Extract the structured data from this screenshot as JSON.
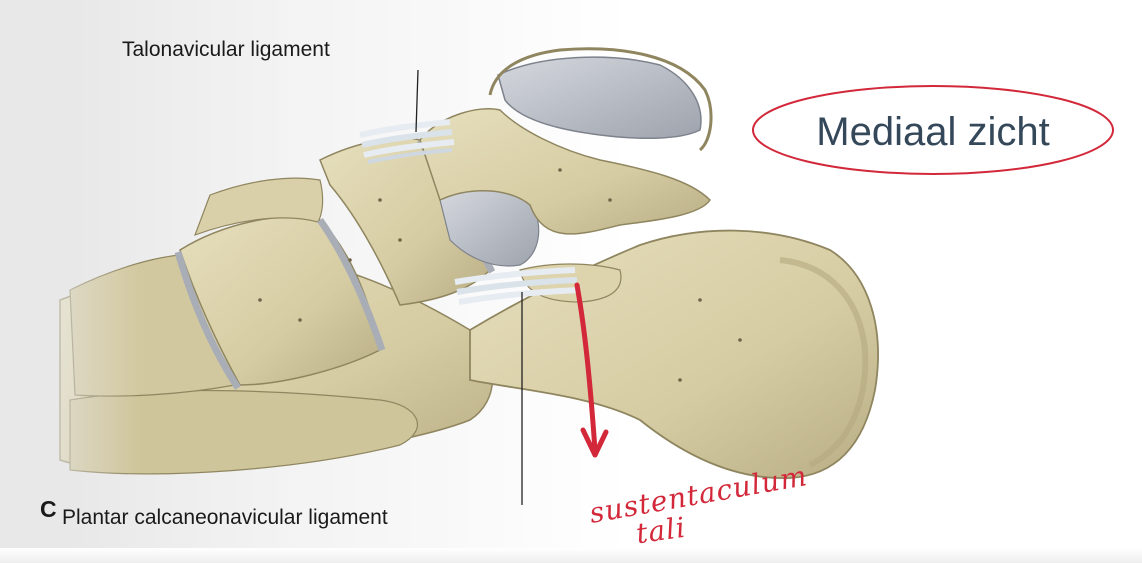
{
  "figure": {
    "panel_letter": "C",
    "labels": {
      "talonavicular": "Talonavicular ligament",
      "plantar_calcaneonavicular": "Plantar calcaneonavicular ligament"
    },
    "annotations": {
      "view_label": "Mediaal zicht",
      "handwritten_line1": "sustentaculum",
      "handwritten_line2": "tali"
    }
  },
  "colors": {
    "bone": "#d8cfa8",
    "bone_shadow": "#b5aa80",
    "cartilage": "#b9bcc4",
    "ligament": "#e6ecf2",
    "annotation_red": "#d2283a",
    "view_text": "#34485a"
  }
}
